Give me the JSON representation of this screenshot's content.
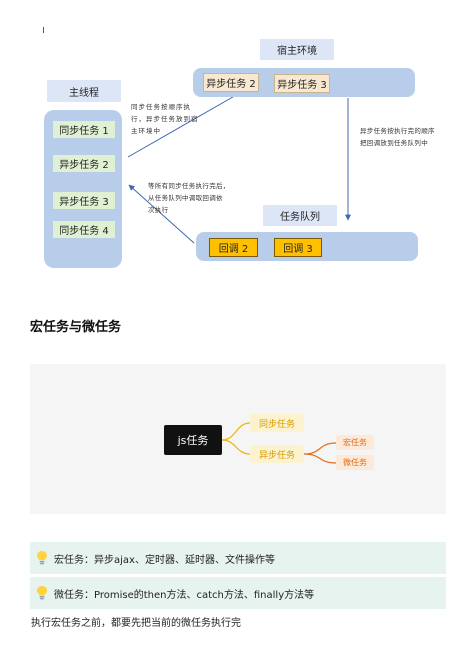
{
  "diagram": {
    "main_thread": {
      "title": "主线程",
      "tasks": [
        "同步任务 1",
        "异步任务 2",
        "异步任务 3",
        "同步任务 4"
      ]
    },
    "host_env": {
      "title": "宿主环境",
      "tasks": [
        "异步任务 2",
        "异步任务 3"
      ]
    },
    "task_queue": {
      "title": "任务队列",
      "callbacks": [
        "回调 2",
        "回调 3"
      ]
    },
    "notes": {
      "to_host": [
        "同步任务按顺序执",
        "行，异步任务放到宿",
        "主环境中"
      ],
      "to_queue": [
        "异步任务按执行完的顺序",
        "把回调放到任务队列中"
      ],
      "to_main": [
        "等所有同步任务执行完后，",
        "从任务队列中调取回调依",
        "次执行"
      ]
    },
    "colors": {
      "panel": "#b7cdea",
      "label_box": "#dde6f6",
      "sync_task": "#dff0d3",
      "async_task": "#f7e8cf",
      "callback": "#ffc000",
      "arrow": "#3f66b0"
    }
  },
  "section": {
    "title": "宏任务与微任务"
  },
  "mindmap": {
    "root": "js任务",
    "children": [
      "同步任务",
      "异步任务"
    ],
    "async_children": [
      "宏任务",
      "微任务"
    ],
    "colors": {
      "root_bg": "#111111",
      "branch_line": "#f0b400",
      "leaf_line": "#e06e1a"
    }
  },
  "callouts": [
    {
      "icon": "lightbulb-icon",
      "text": "宏任务：异步ajax、定时器、延时器、文件操作等"
    },
    {
      "icon": "lightbulb-icon",
      "text": "微任务：Promise的then方法、catch方法、finally方法等"
    }
  ],
  "conclusion": "执行宏任务之前，都要先把当前的微任务执行完"
}
